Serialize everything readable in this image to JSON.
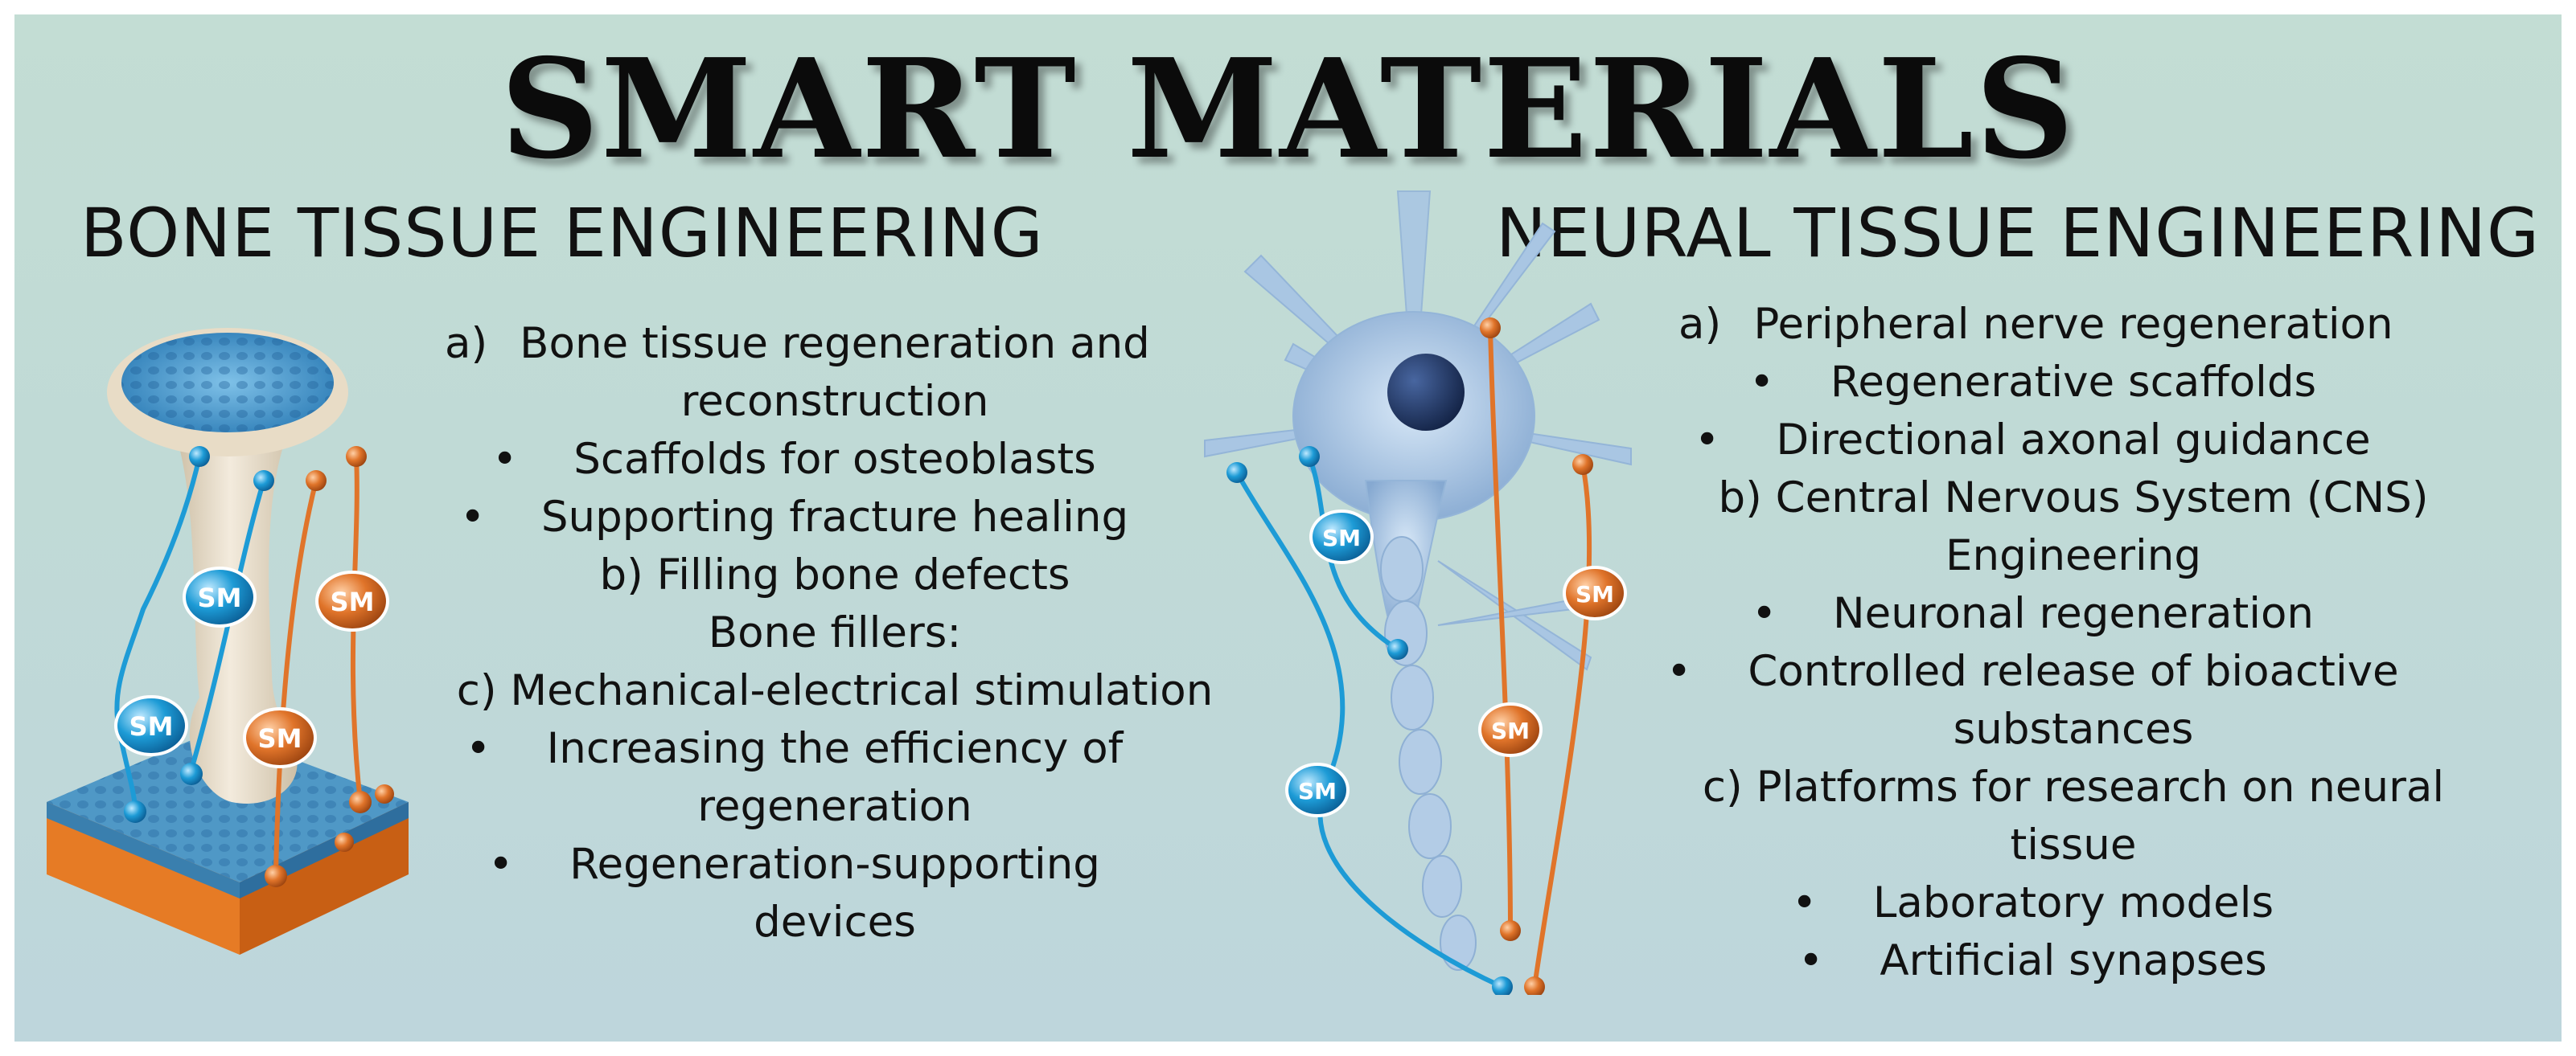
{
  "title": "SMART MATERIALS",
  "bone": {
    "heading": "BONE TISSUE ENGINEERING",
    "items": [
      {
        "marker": "a)",
        "text": "Bone tissue regeneration and"
      },
      {
        "marker": "",
        "text": "reconstruction"
      },
      {
        "marker": "•",
        "text": "Scaffolds for osteoblasts"
      },
      {
        "marker": "•",
        "text": "Supporting fracture healing"
      },
      {
        "marker": "",
        "text": "b) Filling bone defects"
      },
      {
        "marker": "",
        "text": "Bone fillers:"
      },
      {
        "marker": "",
        "text": "c) Mechanical-electrical stimulation"
      },
      {
        "marker": "•",
        "text": "Increasing the efficiency of"
      },
      {
        "marker": "",
        "text": "regeneration"
      },
      {
        "marker": "•",
        "text": "Regeneration-supporting"
      },
      {
        "marker": "",
        "text": "devices"
      }
    ]
  },
  "neural": {
    "heading": "NEURAL TISSUE ENGINEERING",
    "items": [
      {
        "marker": "a)",
        "text": "Peripheral nerve regeneration"
      },
      {
        "marker": "•",
        "text": "Regenerative scaffolds"
      },
      {
        "marker": "•",
        "text": "Directional axonal guidance"
      },
      {
        "marker": "",
        "text": "b) Central Nervous System (CNS)"
      },
      {
        "marker": "",
        "text": "Engineering"
      },
      {
        "marker": "•",
        "text": "Neuronal regeneration"
      },
      {
        "marker": "•",
        "text": "Controlled release of bioactive"
      },
      {
        "marker": "",
        "text": "substances"
      },
      {
        "marker": "",
        "text": "c) Platforms for research on neural"
      },
      {
        "marker": "",
        "text": "tissue"
      },
      {
        "marker": "•",
        "text": "Laboratory models"
      },
      {
        "marker": "•",
        "text": "Artificial synapses"
      }
    ]
  },
  "badge_label": "SM",
  "colors": {
    "background": "#c2dbd6",
    "blue_lead": "#1d9bd6",
    "orange_lead": "#e0742a",
    "bone": "#eadfcc",
    "tissue": "#3d8fc3",
    "neuron": "#a9c6e3",
    "nucleus": "#1f3560"
  }
}
